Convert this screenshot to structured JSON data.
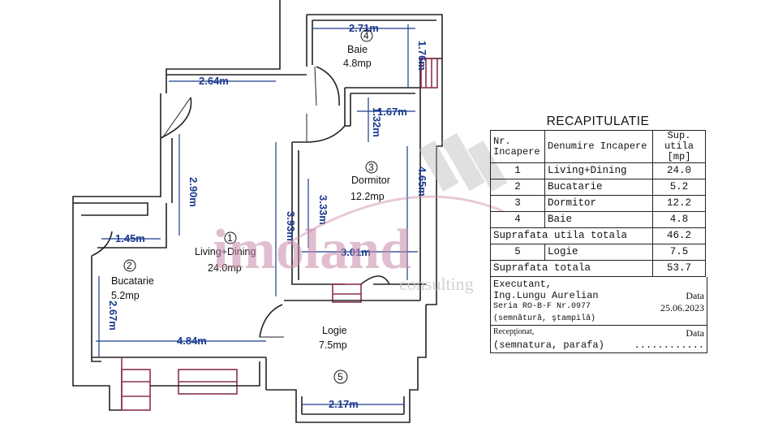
{
  "watermark": {
    "brand": "imoland",
    "sub": "consulting"
  },
  "rooms": [
    {
      "num": "1",
      "name": "Living+Dining",
      "area": "24.0mp"
    },
    {
      "num": "2",
      "name": "Bucatarie",
      "area": "5.2mp"
    },
    {
      "num": "3",
      "name": "Dormitor",
      "area": "12.2mp"
    },
    {
      "num": "4",
      "name": "Baie",
      "area": "4.8mp"
    },
    {
      "num": "5",
      "name": "Logie",
      "area": "7.5mp"
    }
  ],
  "dimensions": {
    "baie_width": "2.71m",
    "baie_height": "1.76m",
    "living_top": "2.64m",
    "dorm_top": "1.67m",
    "dorm_small": "1.32m",
    "living_left": "2.90m",
    "living_center": "3.93m",
    "dorm_left": "3.33m",
    "dorm_height": "4.65m",
    "kitchen_top": "1.45m",
    "dorm_bottom": "3.01m",
    "kitchen_left": "2.67m",
    "bottom_width": "4.84m",
    "logie_bottom": "2.17m"
  },
  "recap": {
    "title": "RECAPITULATIE",
    "headers": {
      "nr": "Nr. Incapere",
      "denumire": "Denumire Incapere",
      "sup": "Sup. utila [mp]"
    },
    "rows": [
      {
        "nr": "1",
        "name": "Living+Dining",
        "val": "24.0"
      },
      {
        "nr": "2",
        "name": "Bucatarie",
        "val": "5.2"
      },
      {
        "nr": "3",
        "name": "Dormitor",
        "val": "12.2"
      },
      {
        "nr": "4",
        "name": "Baie",
        "val": "4.8"
      }
    ],
    "utila_label": "Suprafata utila totala",
    "utila_val": "46.2",
    "logie_nr": "5",
    "logie_name": "Logie",
    "logie_val": "7.5",
    "totala_label": "Suprafata totala",
    "totala_val": "53.7",
    "exec_label": "Executant,",
    "exec_name": "Ing.Lungu Aurelian",
    "exec_serie": "Seria RO-B-F Nr.0977",
    "exec_note": "(semnătură, ştampilă)",
    "data_label": "Data",
    "data_val": "25.06.2023",
    "recep_label": "Recepţionat,",
    "recep_note": "(semnatura, parafa)",
    "data2_label": "Data",
    "data2_dots": "............"
  }
}
